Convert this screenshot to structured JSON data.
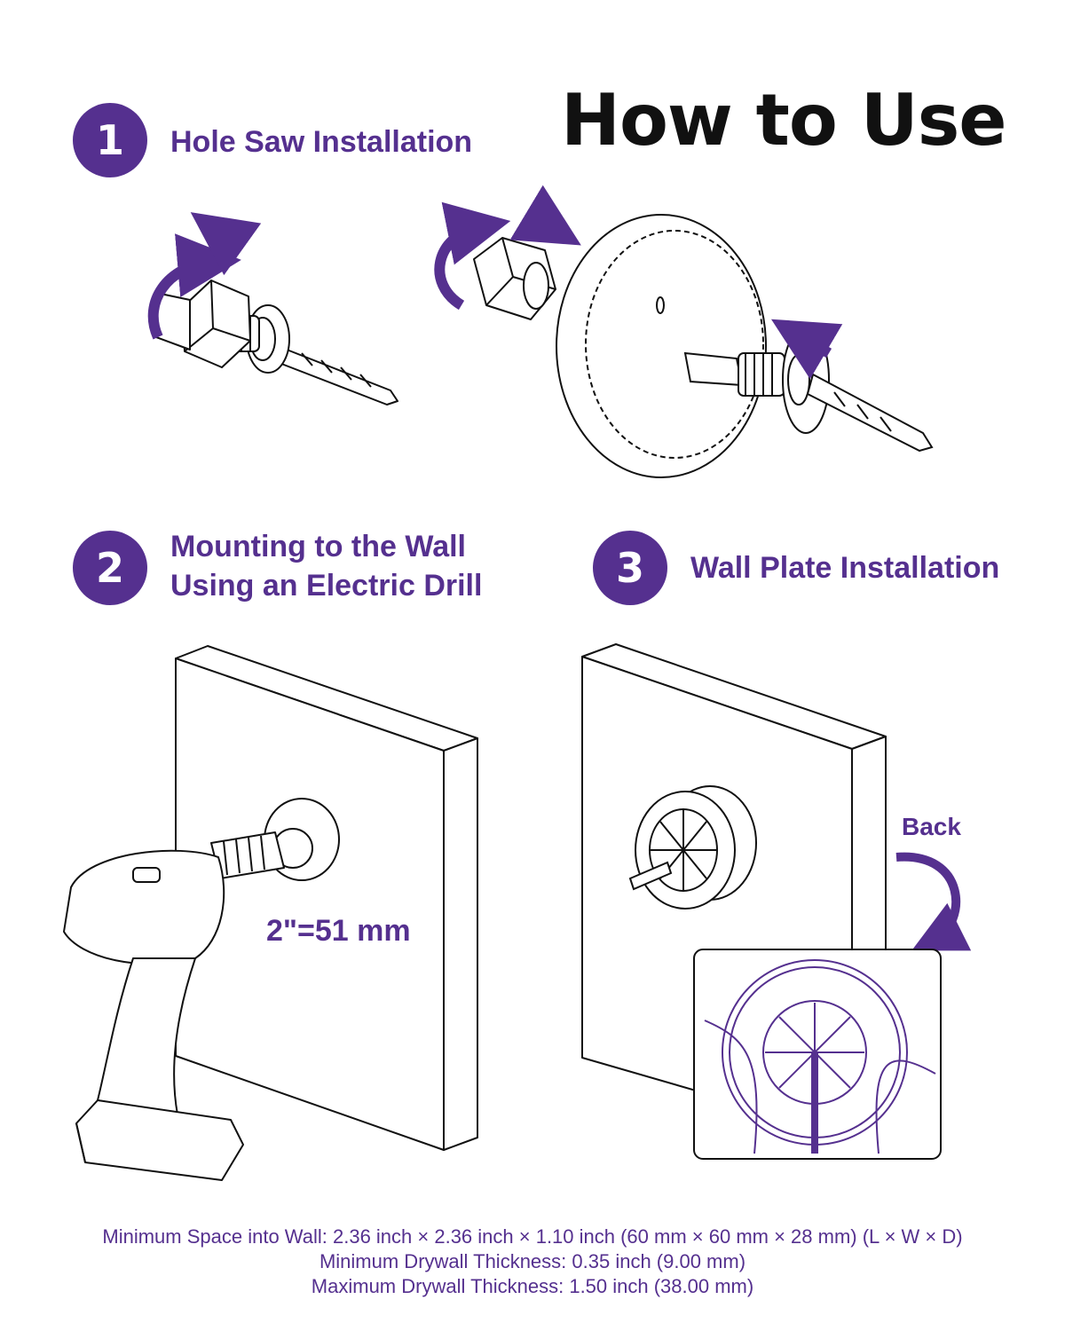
{
  "title": "How to Use",
  "steps": [
    {
      "number": "1",
      "label_lines": [
        "Hole Saw Installation"
      ]
    },
    {
      "number": "2",
      "label_lines": [
        "Mounting to the Wall",
        "Using an Electric Drill"
      ]
    },
    {
      "number": "3",
      "label_lines": [
        "Wall Plate Installation"
      ]
    }
  ],
  "annotations": {
    "hole_size": "2\"=51 mm",
    "back": "Back"
  },
  "notes": [
    "Minimum Space into Wall: 2.36 inch × 2.36 inch × 1.10 inch (60 mm × 60 mm × 28 mm) (L × W × D)",
    "Minimum Drywall Thickness: 0.35 inch (9.00 mm)",
    "Maximum Drywall Thickness: 1.50 inch (38.00 mm)"
  ],
  "colors": {
    "accent": "#55308f",
    "text": "#111111",
    "background": "#ffffff"
  }
}
